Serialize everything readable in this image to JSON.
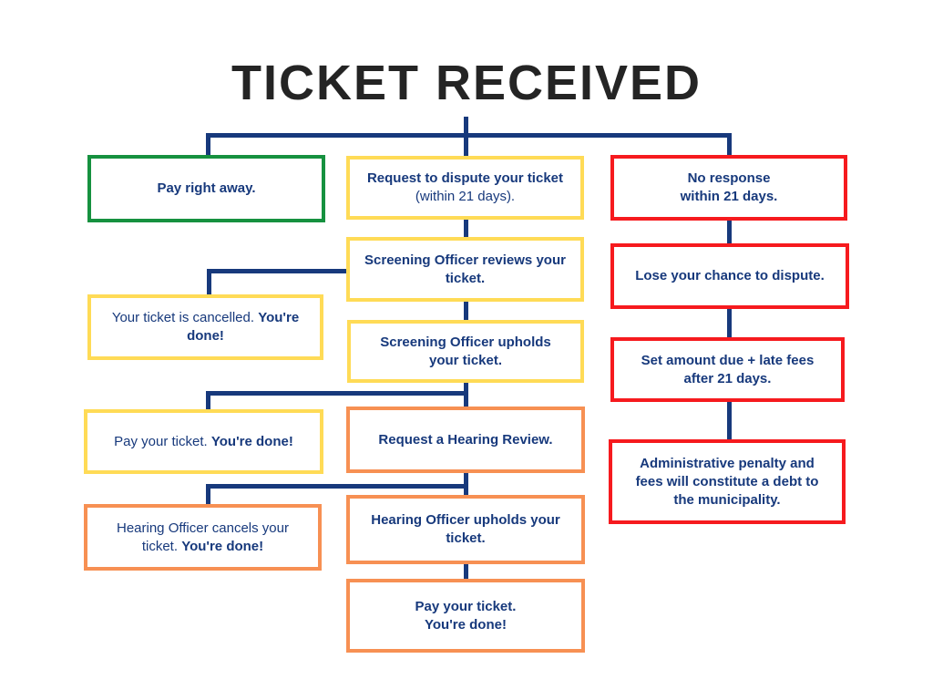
{
  "title": "TICKET RECEIVED",
  "colors": {
    "navy": "#17397C",
    "title_color": "#242424",
    "green": "#16913F",
    "yellow": "#FFDB56",
    "orange": "#F79053",
    "red": "#F61A1E",
    "background": "#FFFFFF"
  },
  "flow": {
    "pay_right_away": {
      "bold": "Pay right away."
    },
    "request_dispute": {
      "bold": "Request to dispute your ticket",
      "regular": "(within 21 days)."
    },
    "no_response": {
      "bold": "No response\nwithin 21 days."
    },
    "screening_reviews": {
      "bold": "Screening Officer reviews your\nticket."
    },
    "ticket_cancelled": {
      "regular": "Your ticket is cancelled. ",
      "bold": "You're\ndone!"
    },
    "screening_upholds": {
      "bold": "Screening Officer upholds\nyour ticket."
    },
    "lose_chance": {
      "bold": "Lose your chance to dispute."
    },
    "pay_ticket_done": {
      "regular": "Pay your ticket. ",
      "bold": "You're done!"
    },
    "request_hearing": {
      "bold": "Request a Hearing Review."
    },
    "set_amount": {
      "bold": "Set amount due + late fees\nafter 21 days."
    },
    "hearing_cancels": {
      "regular": "Hearing Officer cancels your\nticket. ",
      "bold": "You're done!"
    },
    "hearing_upholds": {
      "bold": "Hearing Officer upholds your\nticket."
    },
    "admin_penalty": {
      "bold": "Administrative penalty and\nfees will constitute a debt to\nthe municipality."
    },
    "pay_ticket_final": {
      "bold": "Pay your ticket.\nYou're done!"
    }
  }
}
